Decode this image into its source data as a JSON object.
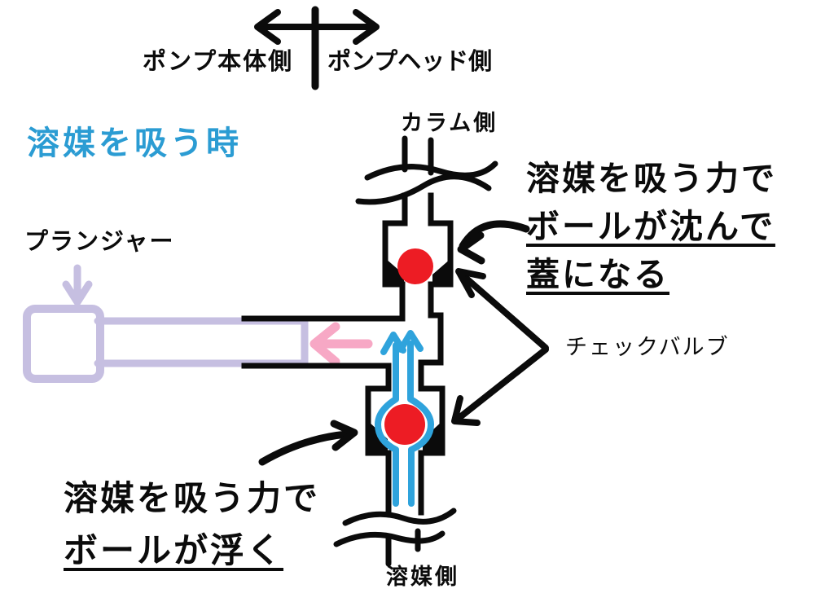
{
  "header": {
    "left_side_label": "ポンプ本体側",
    "right_side_label": "ポンプヘッド側"
  },
  "title": "溶媒を吸う時",
  "diagram": {
    "column_side_label": "カラム側",
    "solvent_side_label": "溶媒側",
    "plunger_label": "プランジャー",
    "check_valve_label": "チェックバルブ",
    "upper_note": {
      "line1": "溶媒を吸う力で",
      "line2": "ボールが沈んで",
      "line3": "蓋になる"
    },
    "lower_note": {
      "line1": "溶媒を吸う力で",
      "line2": "ボールが浮く"
    }
  },
  "colors": {
    "ink": "#0b0b0b",
    "title_blue": "#2B9CD3",
    "flow_blue": "#2FA3DC",
    "ball_red": "#ED1C24",
    "suction_pink": "#F7A8C5",
    "plunger_lavender": "#C6BFE1"
  }
}
